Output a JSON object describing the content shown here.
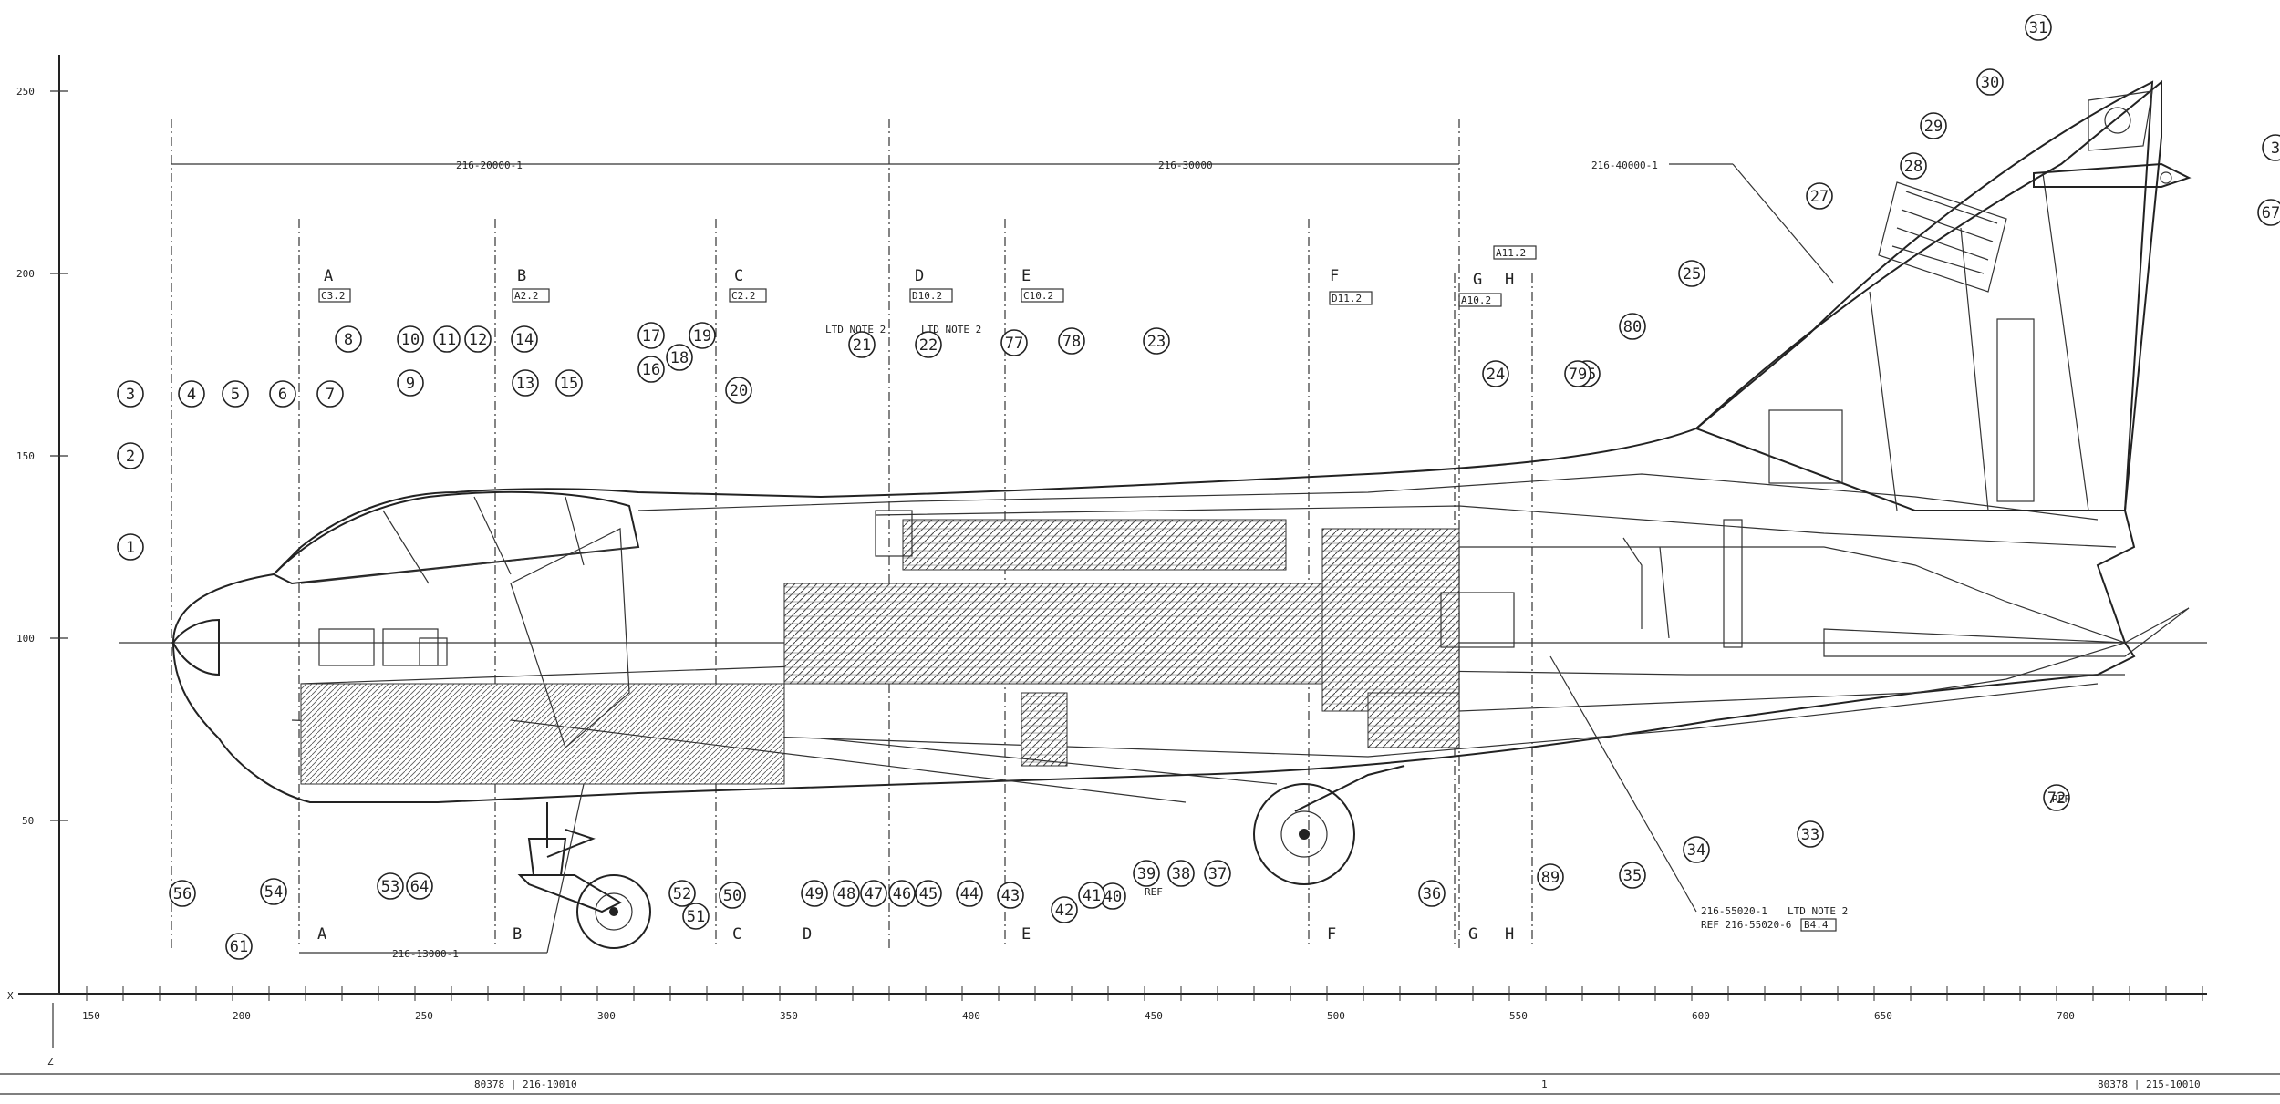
{
  "drawing": {
    "dimension_lines": {
      "bottom": "216-13000-1",
      "top_left": "216-20000-1",
      "top_mid": "216-30000",
      "top_right": "216-40000-1"
    },
    "section_labels": [
      {
        "letter": "A",
        "ref": "C3.2"
      },
      {
        "letter": "B",
        "ref": "A2.2"
      },
      {
        "letter": "C",
        "ref": "C2.2"
      },
      {
        "letter": "D",
        "ref": "D10.2"
      },
      {
        "letter": "E",
        "ref": "C10.2"
      },
      {
        "letter": "F",
        "ref": "D11.2"
      },
      {
        "letter": "G",
        "ref": "A10.2"
      },
      {
        "letter": "H",
        "ref": "A11.2"
      }
    ],
    "ltd_notes": [
      {
        "number": "21",
        "text": "LTD NOTE 2"
      },
      {
        "number": "22",
        "text": "LTD NOTE 2"
      }
    ],
    "x_axis": {
      "label": "X",
      "ticks": [
        "150",
        "200",
        "250",
        "300",
        "350",
        "400",
        "450",
        "500",
        "550",
        "600",
        "650",
        "700"
      ]
    },
    "z_axis": {
      "label": "Z",
      "ticks": [
        "250",
        "200",
        "150",
        "100",
        "50"
      ]
    },
    "callouts": {
      "upper": [
        "1",
        "2",
        "3",
        "4",
        "5",
        "6",
        "7",
        "8",
        "9",
        "10",
        "11",
        "12",
        "13",
        "14",
        "15",
        "16",
        "17",
        "18",
        "19",
        "20",
        "23",
        "24",
        "25",
        "25",
        "27",
        "28",
        "29",
        "30",
        "31",
        "3",
        "67",
        "77",
        "78",
        "79",
        "80"
      ],
      "lower": [
        "33",
        "34",
        "35",
        "36",
        "37",
        "38",
        "39",
        "40",
        "41",
        "42",
        "43",
        "44",
        "45",
        "46",
        "47",
        "48",
        "49",
        "50",
        "51",
        "52",
        "53",
        "54",
        "56",
        "61",
        "64",
        "72",
        "89"
      ]
    },
    "ref_tags": {
      "ref_72": "REF",
      "ref_39": "REF"
    },
    "bottom_note": {
      "part": "216-55020-1",
      "note": "LTD NOTE 2",
      "ref": "REF 216-55020-6",
      "ref_box": "B4.4"
    },
    "title_block": {
      "left": "80378 | 216-10010",
      "center_mark": "1",
      "right": "80378 | 215-10010"
    }
  }
}
